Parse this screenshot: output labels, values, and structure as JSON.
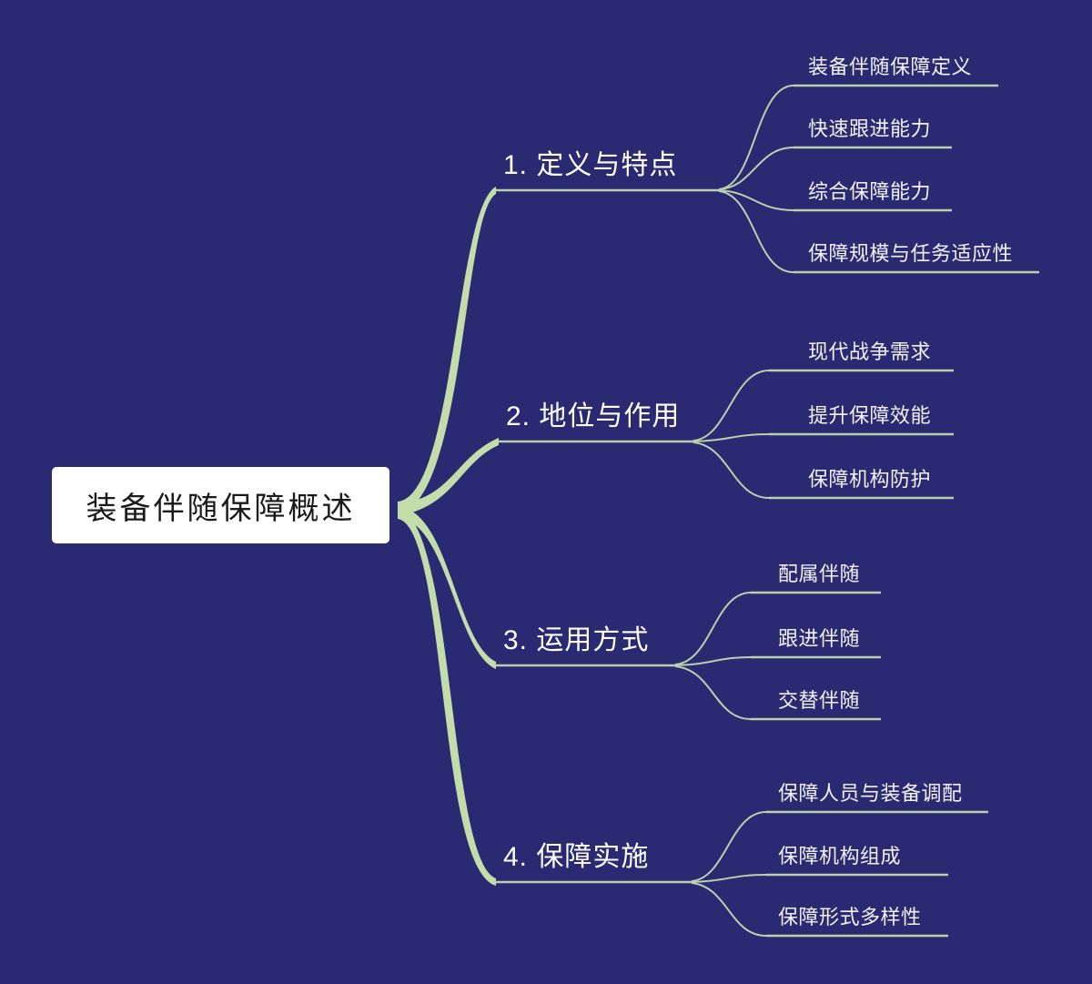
{
  "diagram": {
    "type": "mindmap",
    "colors": {
      "background": "#2a2a72",
      "branch": "#c3ddaa",
      "leaf_line": "#b9cfae",
      "root_fill": "#ffffff",
      "root_text": "#1a1a1a",
      "label_text": "#ffffff"
    },
    "root": {
      "label": "装备伴随保障概述"
    },
    "branches": [
      {
        "label": "1. 定义与特点",
        "leaves": [
          {
            "label": "装备伴随保障定义"
          },
          {
            "label": "快速跟进能力"
          },
          {
            "label": "综合保障能力"
          },
          {
            "label": "保障规模与任务适应性"
          }
        ]
      },
      {
        "label": "2. 地位与作用",
        "leaves": [
          {
            "label": "现代战争需求"
          },
          {
            "label": "提升保障效能"
          },
          {
            "label": "保障机构防护"
          }
        ]
      },
      {
        "label": "3. 运用方式",
        "leaves": [
          {
            "label": "配属伴随"
          },
          {
            "label": "跟进伴随"
          },
          {
            "label": "交替伴随"
          }
        ]
      },
      {
        "label": "4. 保障实施",
        "leaves": [
          {
            "label": "保障人员与装备调配"
          },
          {
            "label": "保障机构组成"
          },
          {
            "label": "保障形式多样性"
          }
        ]
      }
    ]
  }
}
